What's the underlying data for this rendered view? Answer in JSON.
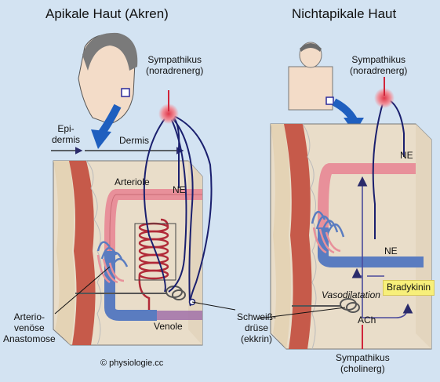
{
  "left_panel": {
    "title": "Apikale Haut (Akren)",
    "epidermis_line1": "Epi-",
    "epidermis_line2": "dermis",
    "dermis": "Dermis",
    "arteriole": "Arteriole",
    "ne": "NE",
    "sympathikus_line1": "Sympathikus",
    "sympathikus_line2": "(noradrenerg)",
    "ava_line1": "Arterio-",
    "ava_line2": "venöse",
    "ava_line3": "Anastomose",
    "venole": "Venole"
  },
  "right_panel": {
    "title": "Nichtapikale Haut",
    "sympathikus_line1": "Sympathikus",
    "sympathikus_line2": "(noradrenerg)",
    "ne_top": "NE",
    "ne_mid": "NE",
    "bradykinin": "Bradykinin",
    "vasodilatation": "Vasodilatation",
    "ach": "ACh",
    "sympathikus_chol_line1": "Sympathikus",
    "sympathikus_chol_line2": "(cholinerg)"
  },
  "middle": {
    "sweat_line1": "Schweiß-",
    "sweat_line2": "drüse",
    "sweat_line3": "(ekkrin)"
  },
  "copyright": "© physiologie.cc",
  "colors": {
    "background": "#d3e3f2",
    "artery": "#e8909a",
    "vein": "#5a7cc0",
    "nerve": "#1a1f6e",
    "skin_block": "#e9ddc9",
    "highlight": "#f7ef7a"
  }
}
